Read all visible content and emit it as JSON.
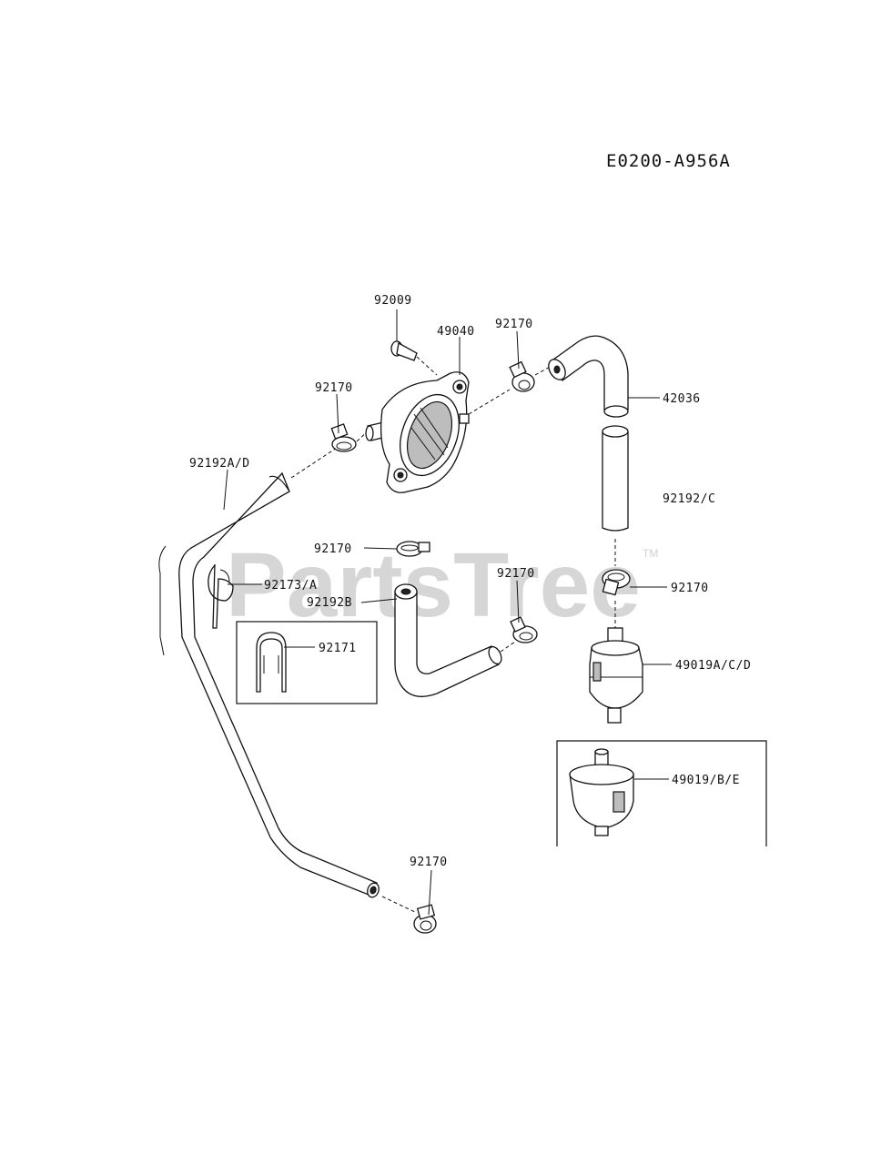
{
  "diagram_code": "E0200-A956A",
  "watermark": {
    "text": "PartsTree",
    "trademark": "TM"
  },
  "parts": {
    "bolt": "92009",
    "fuel_pump": "49040",
    "clamp_top_right": "92170",
    "clamp_pump_left": "92170",
    "hose_elbow": "42036",
    "hose_long": "92192A/D",
    "hose_straight": "92192/C",
    "clamp_middle": "92170",
    "clip": "92173/A",
    "hose_bent": "92192B",
    "clamp_hose_b": "92170",
    "clamp_right": "92170",
    "clip_inset": "92171",
    "filter": "49019A/C/D",
    "filter_inset": "49019/B/E",
    "clamp_bottom": "92170"
  }
}
